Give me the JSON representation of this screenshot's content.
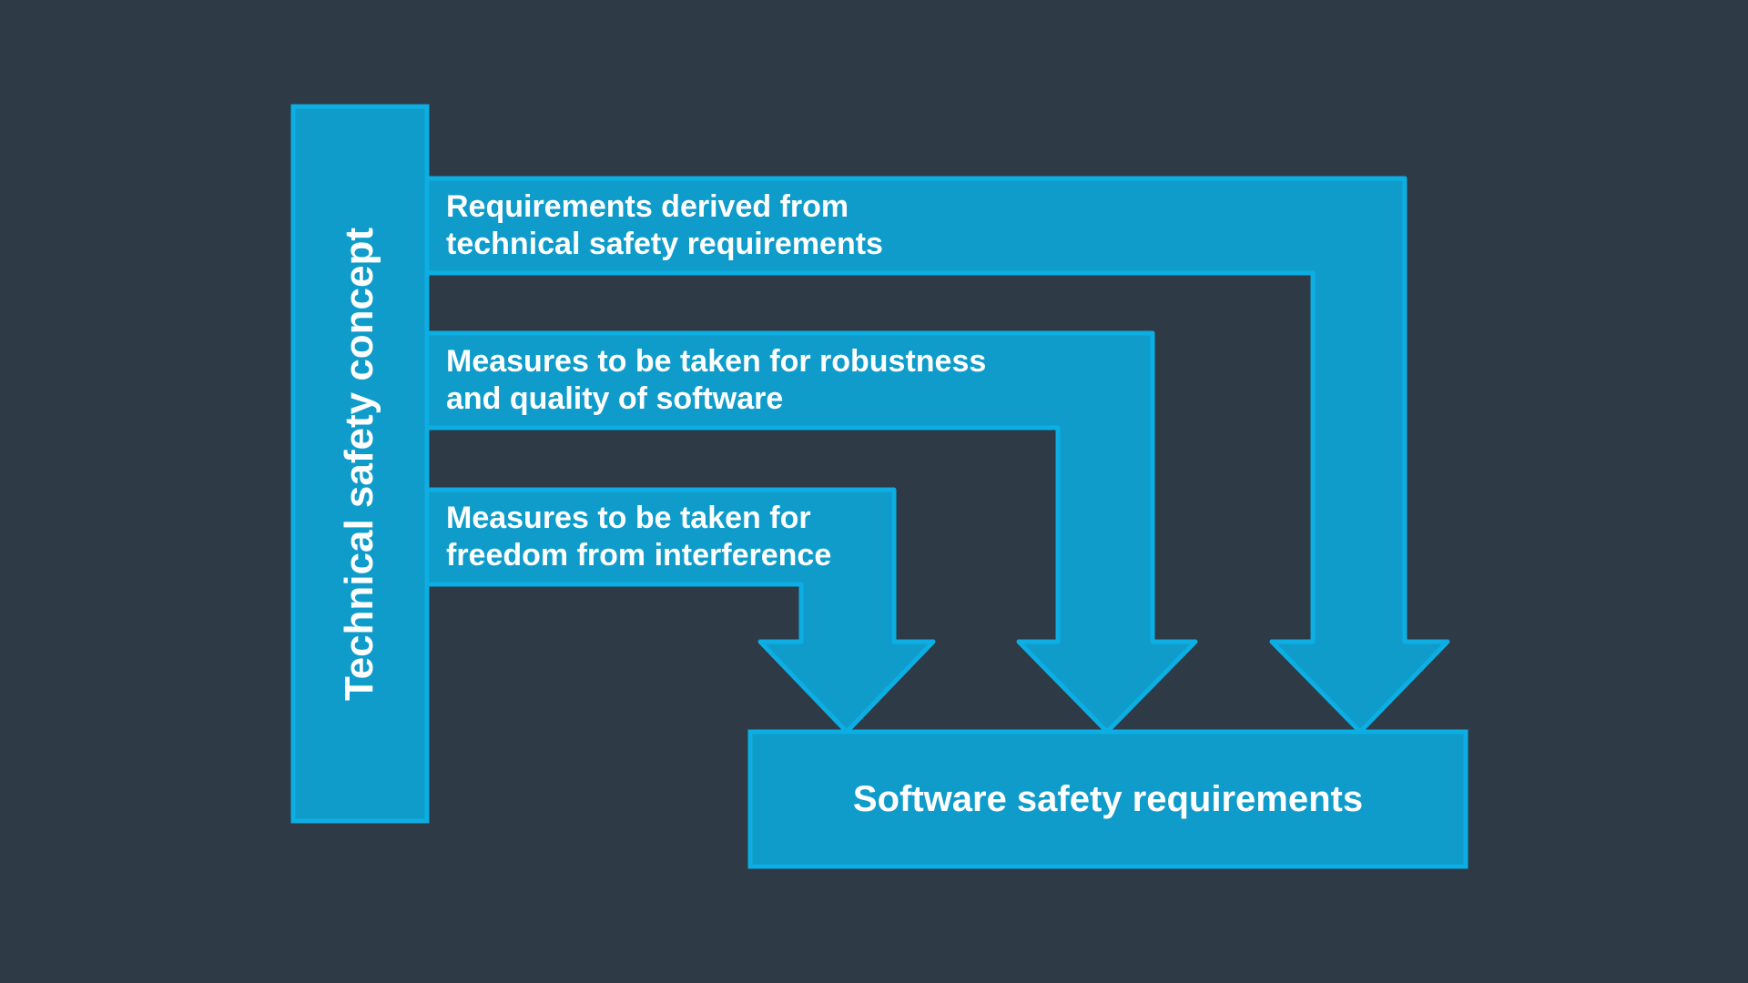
{
  "colors": {
    "background": "#2e3a46",
    "shape_fill": "#0f9cca",
    "shape_stroke": "#0caee3",
    "text": "#ffffff"
  },
  "diagram": {
    "source": {
      "label": "Technical safety concept"
    },
    "target": {
      "label": "Software safety requirements"
    },
    "arrows": [
      {
        "line1": "Requirements derived from",
        "line2": "technical safety requirements"
      },
      {
        "line1": "Measures to be taken for robustness",
        "line2": "and quality of software"
      },
      {
        "line1": "Measures to be taken for",
        "line2": "freedom from interference"
      }
    ]
  }
}
